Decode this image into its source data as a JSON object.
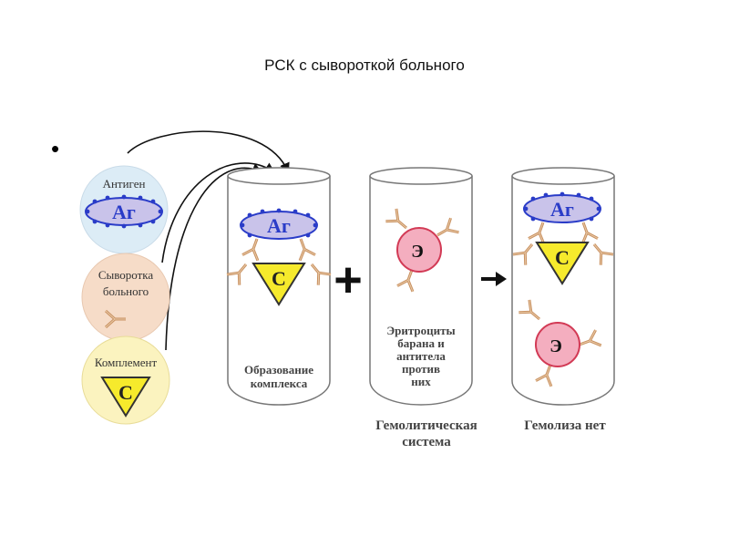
{
  "slide": {
    "title": "РСК с сывороткой больного",
    "bullet": "•"
  },
  "components": {
    "antigen_label": "Антиген",
    "antigen_symbol": "Аг",
    "serum_label_line1": "Сыворотка",
    "serum_label_line2": "больного",
    "complement_label": "Комплемент",
    "complement_symbol": "С"
  },
  "tubes": {
    "tube1": {
      "antigen_symbol": "Аг",
      "complement_symbol": "С",
      "caption_line1": "Образование",
      "caption_line2": "комплекса"
    },
    "tube2": {
      "erythrocyte_symbol": "Э",
      "caption_line1": "Эритроциты",
      "caption_line2": "барана и",
      "caption_line3": "антитела",
      "caption_line4": "против",
      "caption_line5": "них"
    },
    "tube3": {
      "antigen_symbol": "Аг",
      "complement_symbol": "С",
      "erythrocyte_symbol": "Э"
    }
  },
  "operators": {
    "plus": "+",
    "arrow": "→"
  },
  "labels": {
    "hemolytic_line1": "Гемолитическая",
    "hemolytic_line2": "система",
    "no_hemolysis": "Гемолиза нет"
  },
  "colors": {
    "antigen_circle": "#dcecf6",
    "serum_circle": "#f6dcc8",
    "complement_circle": "#fbf3bf",
    "antigen_ellipse": "#c9c3ea",
    "antigen_ellipse_stroke": "#2a3cc8",
    "antigen_text": "#2a3cc8",
    "complement_triangle": "#f6ea2c",
    "erythrocyte_fill": "#f4aebf",
    "erythrocyte_stroke": "#d23a55",
    "antibody": "#c89060"
  }
}
